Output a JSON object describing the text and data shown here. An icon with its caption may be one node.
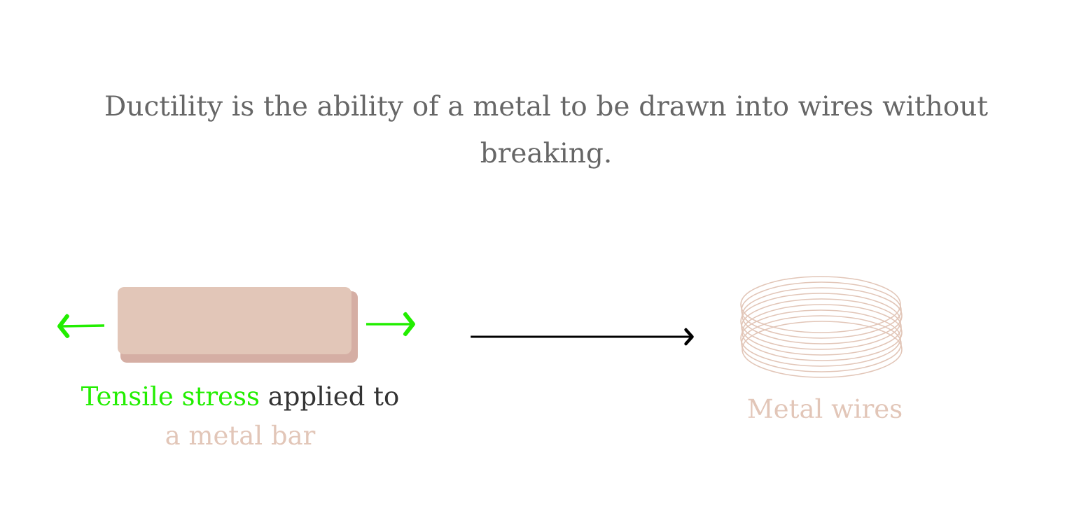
{
  "diagram": {
    "title": "Ductility is the ability of a metal to be drawn into wires without breaking.",
    "nodes": [
      {
        "text": [],
        "shape": "bar",
        "beside": [
          "Tensile stress",
          "applied to",
          "a metal bar"
        ]
      },
      {
        "text": [],
        "shape": "coil",
        "beside": [
          "Metal wires"
        ]
      }
    ],
    "edges": [
      {
        "from": 0,
        "to": 1,
        "arrow": "to"
      }
    ]
  }
}
